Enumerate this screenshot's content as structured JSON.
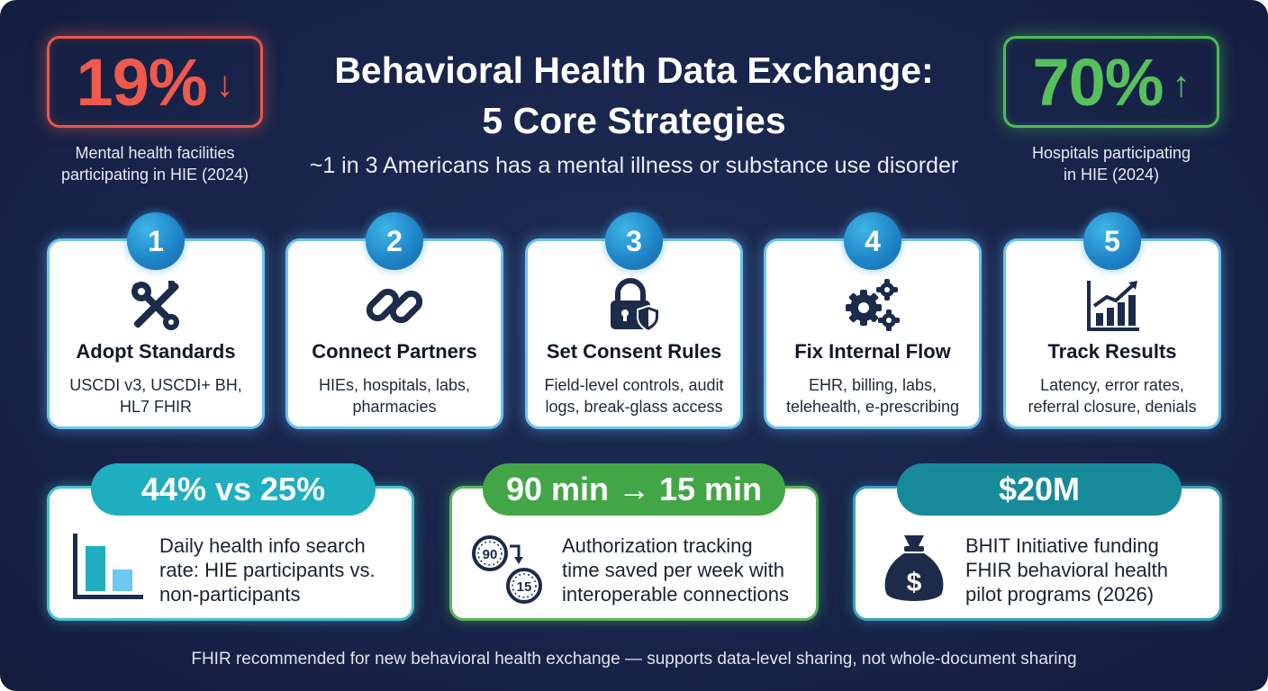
{
  "header": {
    "title_line1": "Behavioral Health Data Exchange:",
    "title_line2": "5 Core Strategies",
    "subtitle": "~1 in 3 Americans has a mental illness or substance use disorder"
  },
  "left_stat": {
    "value": "19%",
    "arrow": "↓",
    "caption_line1": "Mental health facilities",
    "caption_line2": "participating in HIE (2024)",
    "color": "#ee5a4c"
  },
  "right_stat": {
    "value": "70%",
    "arrow": "↑",
    "caption_line1": "Hospitals participating",
    "caption_line2": "in HIE (2024)",
    "color": "#57c05d"
  },
  "strategies": [
    {
      "number": "1",
      "icon": "tools-icon",
      "title": "Adopt Standards",
      "desc_line1": "USCDI v3, USCDI+ BH,",
      "desc_line2": "HL7 FHIR"
    },
    {
      "number": "2",
      "icon": "link-icon",
      "title": "Connect Partners",
      "desc_line1": "HIEs, hospitals, labs,",
      "desc_line2": "pharmacies"
    },
    {
      "number": "3",
      "icon": "lock-shield-icon",
      "title": "Set Consent Rules",
      "desc_line1": "Field-level controls, audit",
      "desc_line2": "logs, break-glass access"
    },
    {
      "number": "4",
      "icon": "gears-icon",
      "title": "Fix Internal Flow",
      "desc_line1": "EHR, billing, labs,",
      "desc_line2": "telehealth, e-prescribing"
    },
    {
      "number": "5",
      "icon": "growth-chart-icon",
      "title": "Track Results",
      "desc_line1": "Latency, error rates,",
      "desc_line2": "referral closure, denials"
    }
  ],
  "highlights": [
    {
      "value": "44% vs 25%",
      "icon": "bar-chart-icon",
      "line1": "Daily health info search",
      "line2": "rate: HIE participants vs.",
      "line3": "non-participants",
      "color": "#1eaebf"
    },
    {
      "value": "90 min → 15 min",
      "icon": "timer-icon",
      "icon_from": "90",
      "icon_to": "15",
      "line1": "Authorization tracking",
      "line2": "time saved per week with",
      "line3": "interoperable connections",
      "color": "#43a646"
    },
    {
      "value": "$20M",
      "icon": "money-bag-icon",
      "line1": "BHIT Initiative funding",
      "line2": "FHIR behavioral health",
      "line3": "pilot programs (2026)",
      "color": "#178a9a"
    }
  ],
  "footer": "FHIR recommended for new behavioral health exchange — supports data-level sharing, not whole-document sharing"
}
